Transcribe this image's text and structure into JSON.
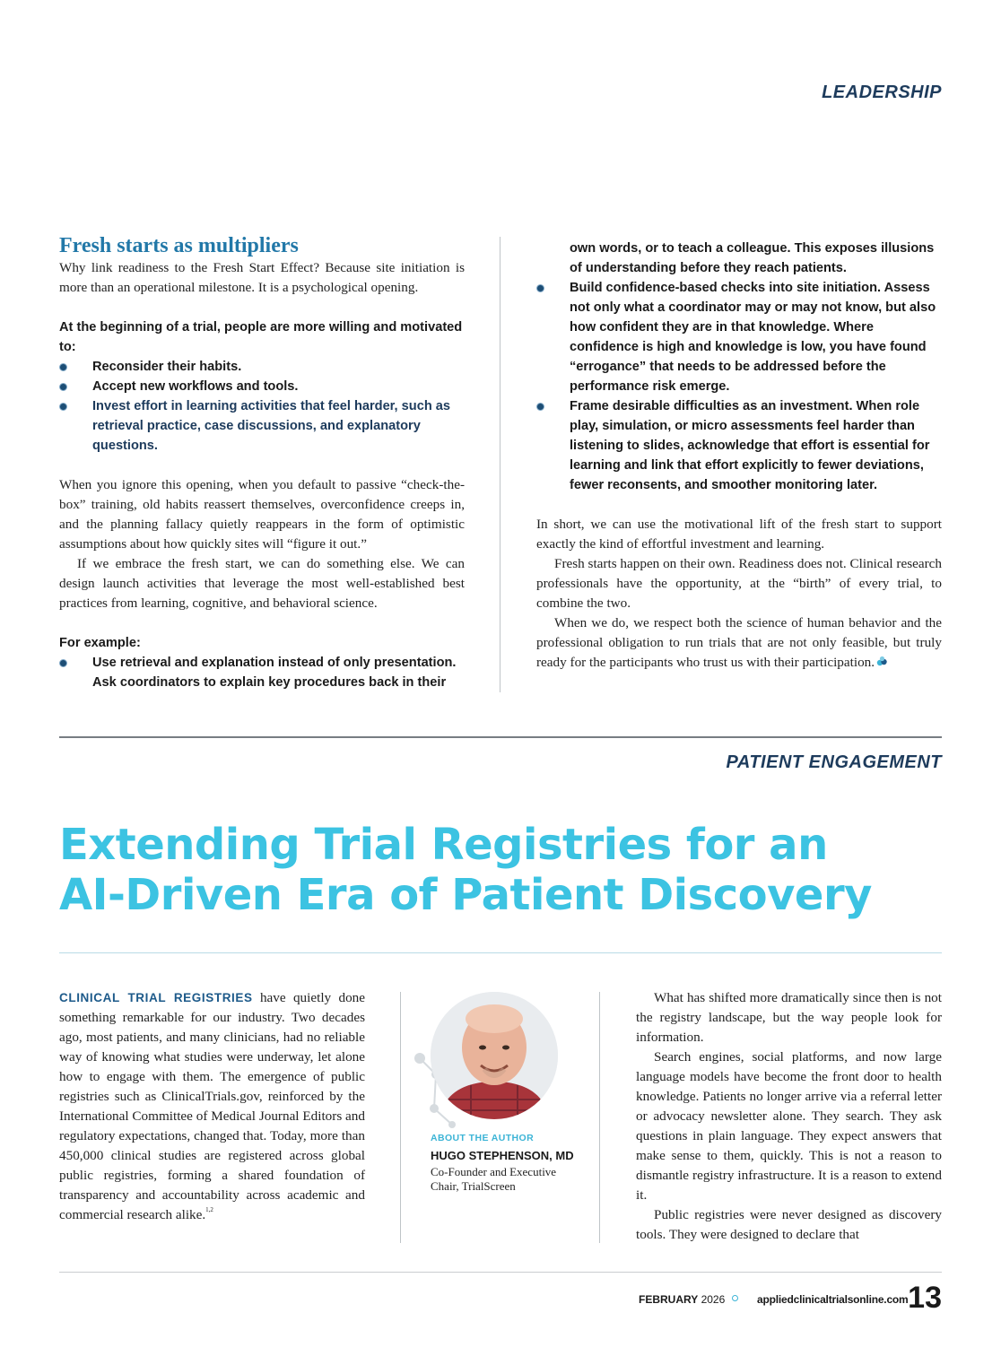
{
  "section_top": "LEADERSHIP",
  "left_column": {
    "subhead": "Fresh starts as multipliers",
    "intro": "Why link readiness to the Fresh Start Effect? Because site initiation is more than an operational milestone. It is a psychological opening.",
    "list_lead": "At the beginning of a trial, people are more willing and motivated to:",
    "bullets": [
      "Reconsider their habits.",
      "Accept new workflows and tools.",
      "Invest effort in learning activities that feel harder, such as retrieval practice, case discussions, and explanatory questions."
    ],
    "para1": "When you ignore this opening, when you default to passive “check-the-box” training, old habits reassert themselves, overconfidence creeps in, and the planning fallacy quietly reappears in the form of optimistic assumptions about how quickly sites will “figure it out.”",
    "para2": "If we embrace the fresh start, we can do something else. We can design launch activities that leverage the most well-established best practices from learning, cognitive, and behavioral science.",
    "example_lead": "For example:",
    "example_bullet": "Use retrieval and explanation instead of only presentation. Ask coordinators to explain key procedures back in their"
  },
  "right_column": {
    "continuation": "own words, or to teach a colleague. This exposes illusions of understanding before they reach patients.",
    "bullets": [
      "Build confidence-based checks into site initiation. Assess not only what a coordinator may or may not know, but also how confident they are in that knowledge. Where confidence is high and knowledge is low, you have found “errogance” that needs to be addressed before the performance risk emerge.",
      "Frame desirable difficulties as an investment. When role play, simulation, or micro assessments feel harder than listening to slides, acknowledge that effort is essential for learning and link that effort explicitly to fewer deviations, fewer reconsents, and smoother monitoring later."
    ],
    "para1": "In short, we can use the motivational lift of the fresh start to support exactly the kind of effortful investment and learning.",
    "para2": "Fresh starts happen on their own. Readiness does not. Clinical research professionals have the opportunity, at the “birth” of every trial, to combine the two.",
    "para3": "When we do, we respect both the science of human behavior and the professional obligation to run trials that are not only feasible, but truly ready for the participants who trust us with their participation."
  },
  "section_mid": "PATIENT ENGAGEMENT",
  "headline_line1": "Extending Trial Registries for an",
  "headline_line2": "AI-Driven Era of Patient Discovery",
  "article_left": {
    "lead_in": "CLINICAL TRIAL REGISTRIES",
    "text": " have quietly done something remarkable for our industry. Two decades ago, most patients, and many clinicians, had no reliable way of knowing what studies were underway, let alone how to engage with them. The emergence of public registries such as ClinicalTrials.gov, reinforced by the International Committee of Medical Journal Editors and regulatory expectations, changed that. Today, more than 450,000 clinical studies are registered across global public registries, forming a shared foundation of transparency and accountability across academic and commercial research alike.",
    "ref": "1,2"
  },
  "author": {
    "label": "ABOUT THE AUTHOR",
    "name": "HUGO STEPHENSON, MD",
    "role": "Co-Founder and Executive Chair, TrialScreen"
  },
  "article_right": {
    "para1": "What has shifted more dramatically since then is not the registry landscape, but the way people look for information.",
    "para2": "Search engines, social platforms, and now large language models have become the front door to health knowledge. Patients no longer arrive via a referral letter or advocacy newsletter alone. They search. They ask questions in plain language. They expect answers that make sense to them, quickly. This is not a reason to dismantle registry infrastructure. It is a reason to extend it.",
    "para3": "Public registries were never designed as discovery tools. They were designed to declare that"
  },
  "footer": {
    "month": "FEBRUARY",
    "year": "2026",
    "site": "appliedclinicaltrialsonline.com",
    "page": "13"
  },
  "colors": {
    "navy": "#1d3b5c",
    "subhead_blue": "#2278a8",
    "headline_cyan": "#3cc3e2"
  }
}
